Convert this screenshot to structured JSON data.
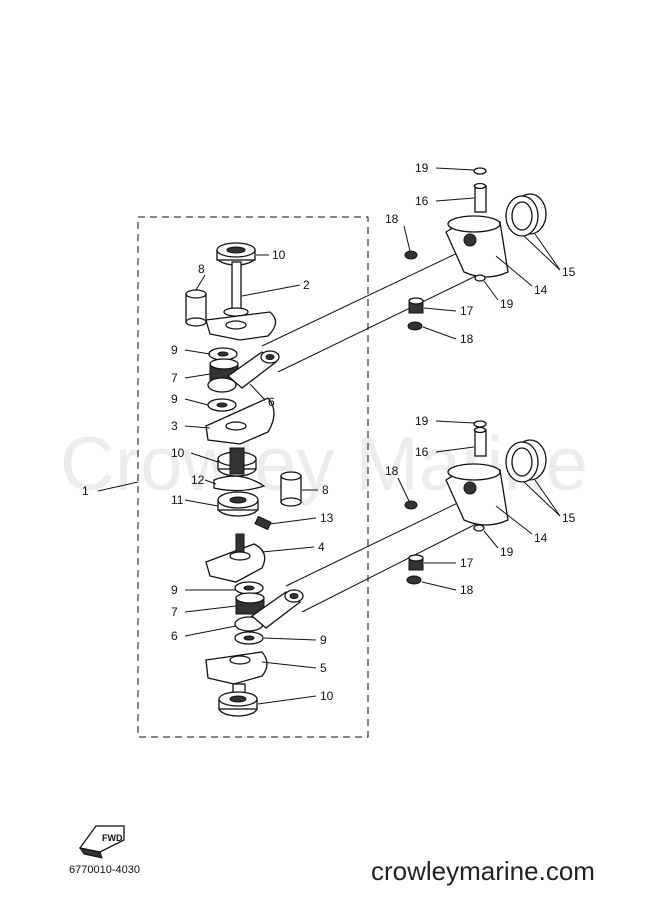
{
  "watermark": "Crowley Marine",
  "site": "crowleymarine.com",
  "drawing_code": "6770010-4030",
  "fwd_label": "FWD",
  "callouts": {
    "c19a": "19",
    "c16a": "16",
    "c18a": "18",
    "c14a": "14",
    "c15a": "15",
    "c19b": "19",
    "c17a": "17",
    "c18b": "18",
    "c10a": "10",
    "c8a": "8",
    "c2": "2",
    "c9a": "9",
    "c7a": "7",
    "c6a": "6",
    "c9b": "9",
    "c3": "3",
    "c10b": "10",
    "c12": "12",
    "c1": "1",
    "c11": "11",
    "c8b": "8",
    "c13": "13",
    "c4": "4",
    "c19c": "19",
    "c16b": "16",
    "c18c": "18",
    "c14b": "14",
    "c15b": "15",
    "c19d": "19",
    "c17b": "17",
    "c18d": "18",
    "c9c": "9",
    "c7b": "7",
    "c6b": "6",
    "c9d": "9",
    "c5": "5",
    "c10c": "10"
  }
}
